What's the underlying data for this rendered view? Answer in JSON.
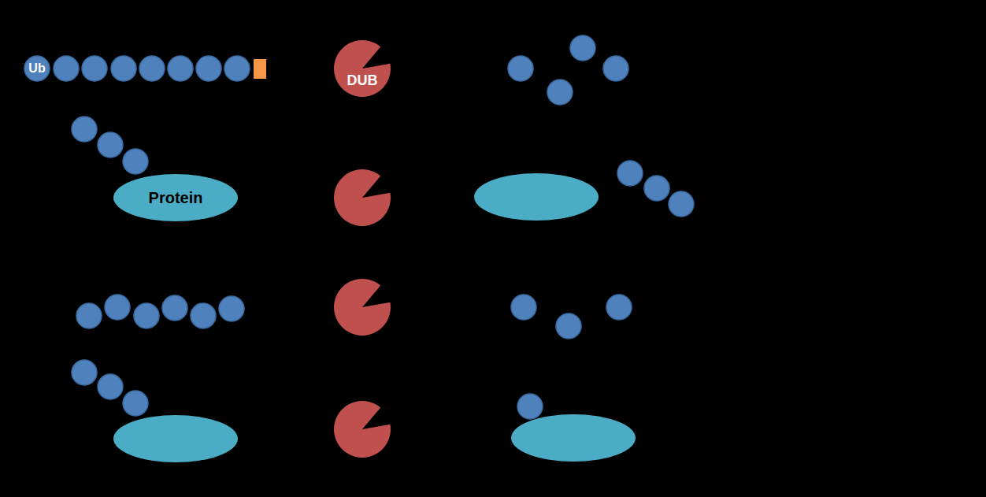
{
  "diagram": {
    "nodes": [
      {
        "text": [
          "Ub"
        ]
      },
      {
        "text": [
          "DUB"
        ]
      },
      {
        "text": [
          "Protein"
        ]
      }
    ]
  }
}
